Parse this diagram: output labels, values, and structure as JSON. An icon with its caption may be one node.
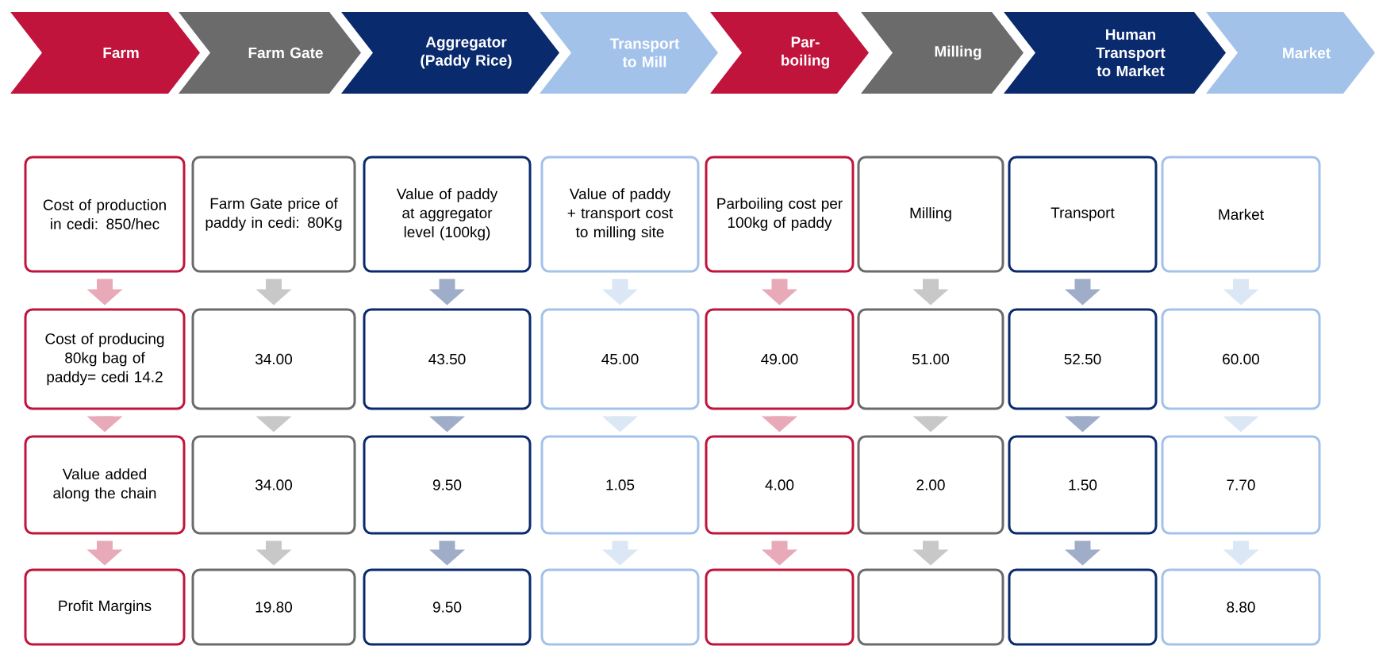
{
  "diagram": {
    "nodes": [
      {
        "text": [
          "Farm"
        ]
      },
      {
        "text": [
          "Farm Gate"
        ]
      },
      {
        "text": [
          "Aggregator (Paddy Rice)"
        ]
      },
      {
        "text": [
          "Transport to Mill"
        ]
      },
      {
        "text": [
          "Par- boiling"
        ]
      },
      {
        "text": [
          "Milling"
        ]
      },
      {
        "text": [
          "Human Transport to Market"
        ]
      },
      {
        "text": [
          "Market"
        ]
      },
      {
        "text": [
          "Cost of production in cedi: 850/hec"
        ]
      },
      {
        "text": [
          "Farm Gate price of paddy in cedi: 80Kg"
        ]
      },
      {
        "text": [
          "Value of paddy at aggregator level (100kg)"
        ]
      },
      {
        "text": [
          "Value of paddy + transport cost to milling site"
        ]
      },
      {
        "text": [
          "Parboiling cost per 100kg of paddy"
        ]
      },
      {
        "text": [
          "Milling"
        ]
      },
      {
        "text": [
          "Transport"
        ]
      },
      {
        "text": [
          "Market"
        ]
      },
      {
        "text": [
          "Cost of producing 80kg bag of paddy= cedi 14.2"
        ]
      },
      {
        "text": [
          "34.00"
        ]
      },
      {
        "text": [
          "43.50"
        ]
      },
      {
        "text": [
          "45.00"
        ]
      },
      {
        "text": [
          "49.00"
        ]
      },
      {
        "text": [
          "51.00"
        ]
      },
      {
        "text": [
          "52.50"
        ]
      },
      {
        "text": [
          "60.00"
        ]
      },
      {
        "text": [
          "Value added along the chain"
        ]
      },
      {
        "text": [
          "34.00"
        ]
      },
      {
        "text": [
          "9.50"
        ]
      },
      {
        "text": [
          "1.05"
        ]
      },
      {
        "text": [
          "4.00"
        ]
      },
      {
        "text": [
          "2.00"
        ]
      },
      {
        "text": [
          "1.50"
        ]
      },
      {
        "text": [
          "7.70"
        ]
      },
      {
        "text": [
          "Profit Margins"
        ]
      },
      {
        "text": [
          "19.80"
        ]
      },
      {
        "text": [
          "9.50"
        ]
      },
      {
        "text": [],
        "shape": "box"
      },
      {
        "text": [],
        "shape": "box"
      },
      {
        "text": [],
        "shape": "box"
      },
      {
        "text": [],
        "shape": "box"
      },
      {
        "text": [
          "8.80"
        ]
      }
    ],
    "edges": [
      {
        "from": 8,
        "to": 16,
        "arrow": "to",
        "color": "#e8a9b8"
      },
      {
        "from": 9,
        "to": 17,
        "arrow": "to",
        "color": "#c8c8c8"
      },
      {
        "from": 10,
        "to": 18,
        "arrow": "to",
        "color": "#9fadc9"
      },
      {
        "from": 11,
        "to": 19,
        "arrow": "to",
        "color": "#dce7f5"
      },
      {
        "from": 12,
        "to": 20,
        "arrow": "to",
        "color": "#e8a9b8"
      },
      {
        "from": 13,
        "to": 21,
        "arrow": "to",
        "color": "#c8c8c8"
      },
      {
        "from": 14,
        "to": 22,
        "arrow": "to",
        "color": "#9fadc9"
      },
      {
        "from": 15,
        "to": 23,
        "arrow": "to",
        "color": "#dce7f5"
      },
      {
        "from": 16,
        "to": 24,
        "arrow": "to",
        "color": "#e8a9b8"
      },
      {
        "from": 17,
        "to": 25,
        "arrow": "to",
        "color": "#c8c8c8"
      },
      {
        "from": 18,
        "to": 26,
        "arrow": "to",
        "color": "#9fadc9"
      },
      {
        "from": 19,
        "to": 27,
        "arrow": "to",
        "color": "#dce7f5"
      },
      {
        "from": 20,
        "to": 28,
        "arrow": "to",
        "color": "#e8a9b8"
      },
      {
        "from": 21,
        "to": 29,
        "arrow": "to",
        "color": "#c8c8c8"
      },
      {
        "from": 22,
        "to": 30,
        "arrow": "to",
        "color": "#9fadc9"
      },
      {
        "from": 23,
        "to": 31,
        "arrow": "to",
        "color": "#dce7f5"
      },
      {
        "from": 24,
        "to": 32,
        "arrow": "to",
        "color": "#e8a9b8"
      },
      {
        "from": 25,
        "to": 33,
        "arrow": "to",
        "color": "#c8c8c8"
      },
      {
        "from": 26,
        "to": 34,
        "arrow": "to",
        "color": "#9fadc9"
      },
      {
        "from": 27,
        "to": 35,
        "arrow": "to",
        "color": "#dce7f5"
      },
      {
        "from": 28,
        "to": 36,
        "arrow": "to",
        "color": "#e8a9b8"
      },
      {
        "from": 29,
        "to": 37,
        "arrow": "to",
        "color": "#c8c8c8"
      },
      {
        "from": 30,
        "to": 38,
        "arrow": "to",
        "color": "#9fadc9"
      },
      {
        "from": 31,
        "to": 39,
        "arrow": "to",
        "color": "#dce7f5"
      }
    ]
  }
}
